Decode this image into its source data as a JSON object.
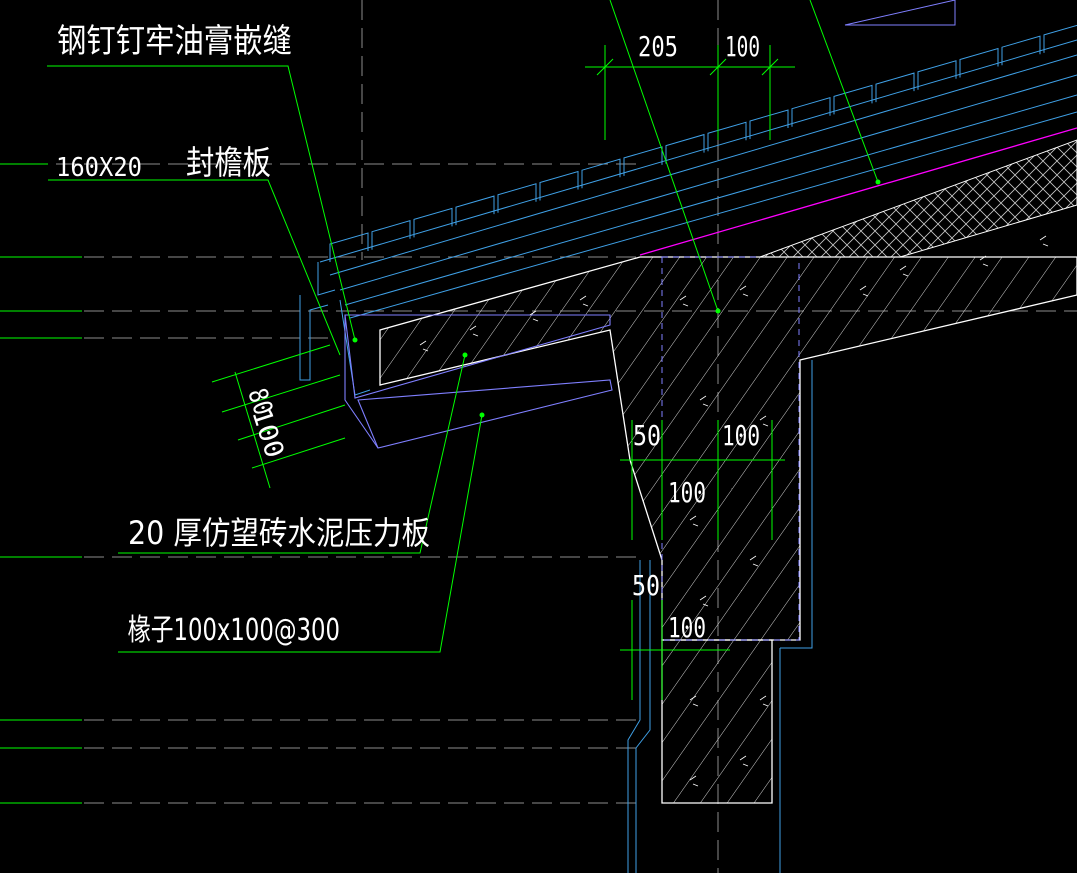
{
  "drawing": {
    "annotations": {
      "nail_seal": "钢钉钉牢油膏嵌缝",
      "fascia_size": "160X20",
      "fascia_name": "封檐板",
      "cement_board": "20 厚仿望砖水泥压力板",
      "rafter": "椽子100x100@300"
    },
    "dimensions": {
      "top_left": "205",
      "top_right": "100",
      "eave_80": "80",
      "eave_100": "100",
      "beam_50_upper": "50",
      "beam_100_upper": "100",
      "beam_100_mid": "100",
      "beam_50_lower": "50",
      "wall_100": "100"
    },
    "colors": {
      "background": "#000000",
      "text": "#ffffff",
      "leader": "#00ff00",
      "outline": "#ffffff",
      "tile": "#3fa0e6",
      "membrane": "#ff00ff",
      "axis": "#8c8c8c",
      "cad_blue": "#7f7fff"
    }
  }
}
